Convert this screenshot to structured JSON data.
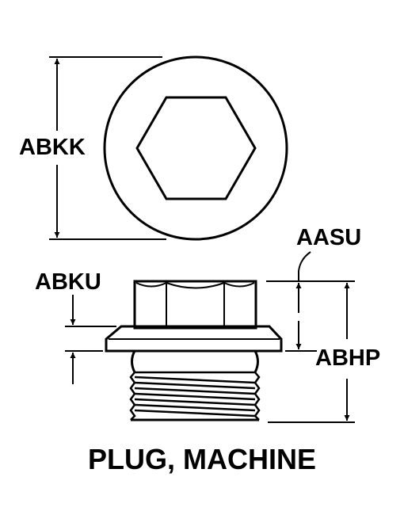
{
  "drawing": {
    "dimensions": {
      "abkk": "ABKK",
      "aasu": "AASU",
      "abku": "ABKU",
      "abhp": "ABHP"
    },
    "caption": "PLUG, MACHINE",
    "line_color": "#000000",
    "background": "#ffffff"
  }
}
